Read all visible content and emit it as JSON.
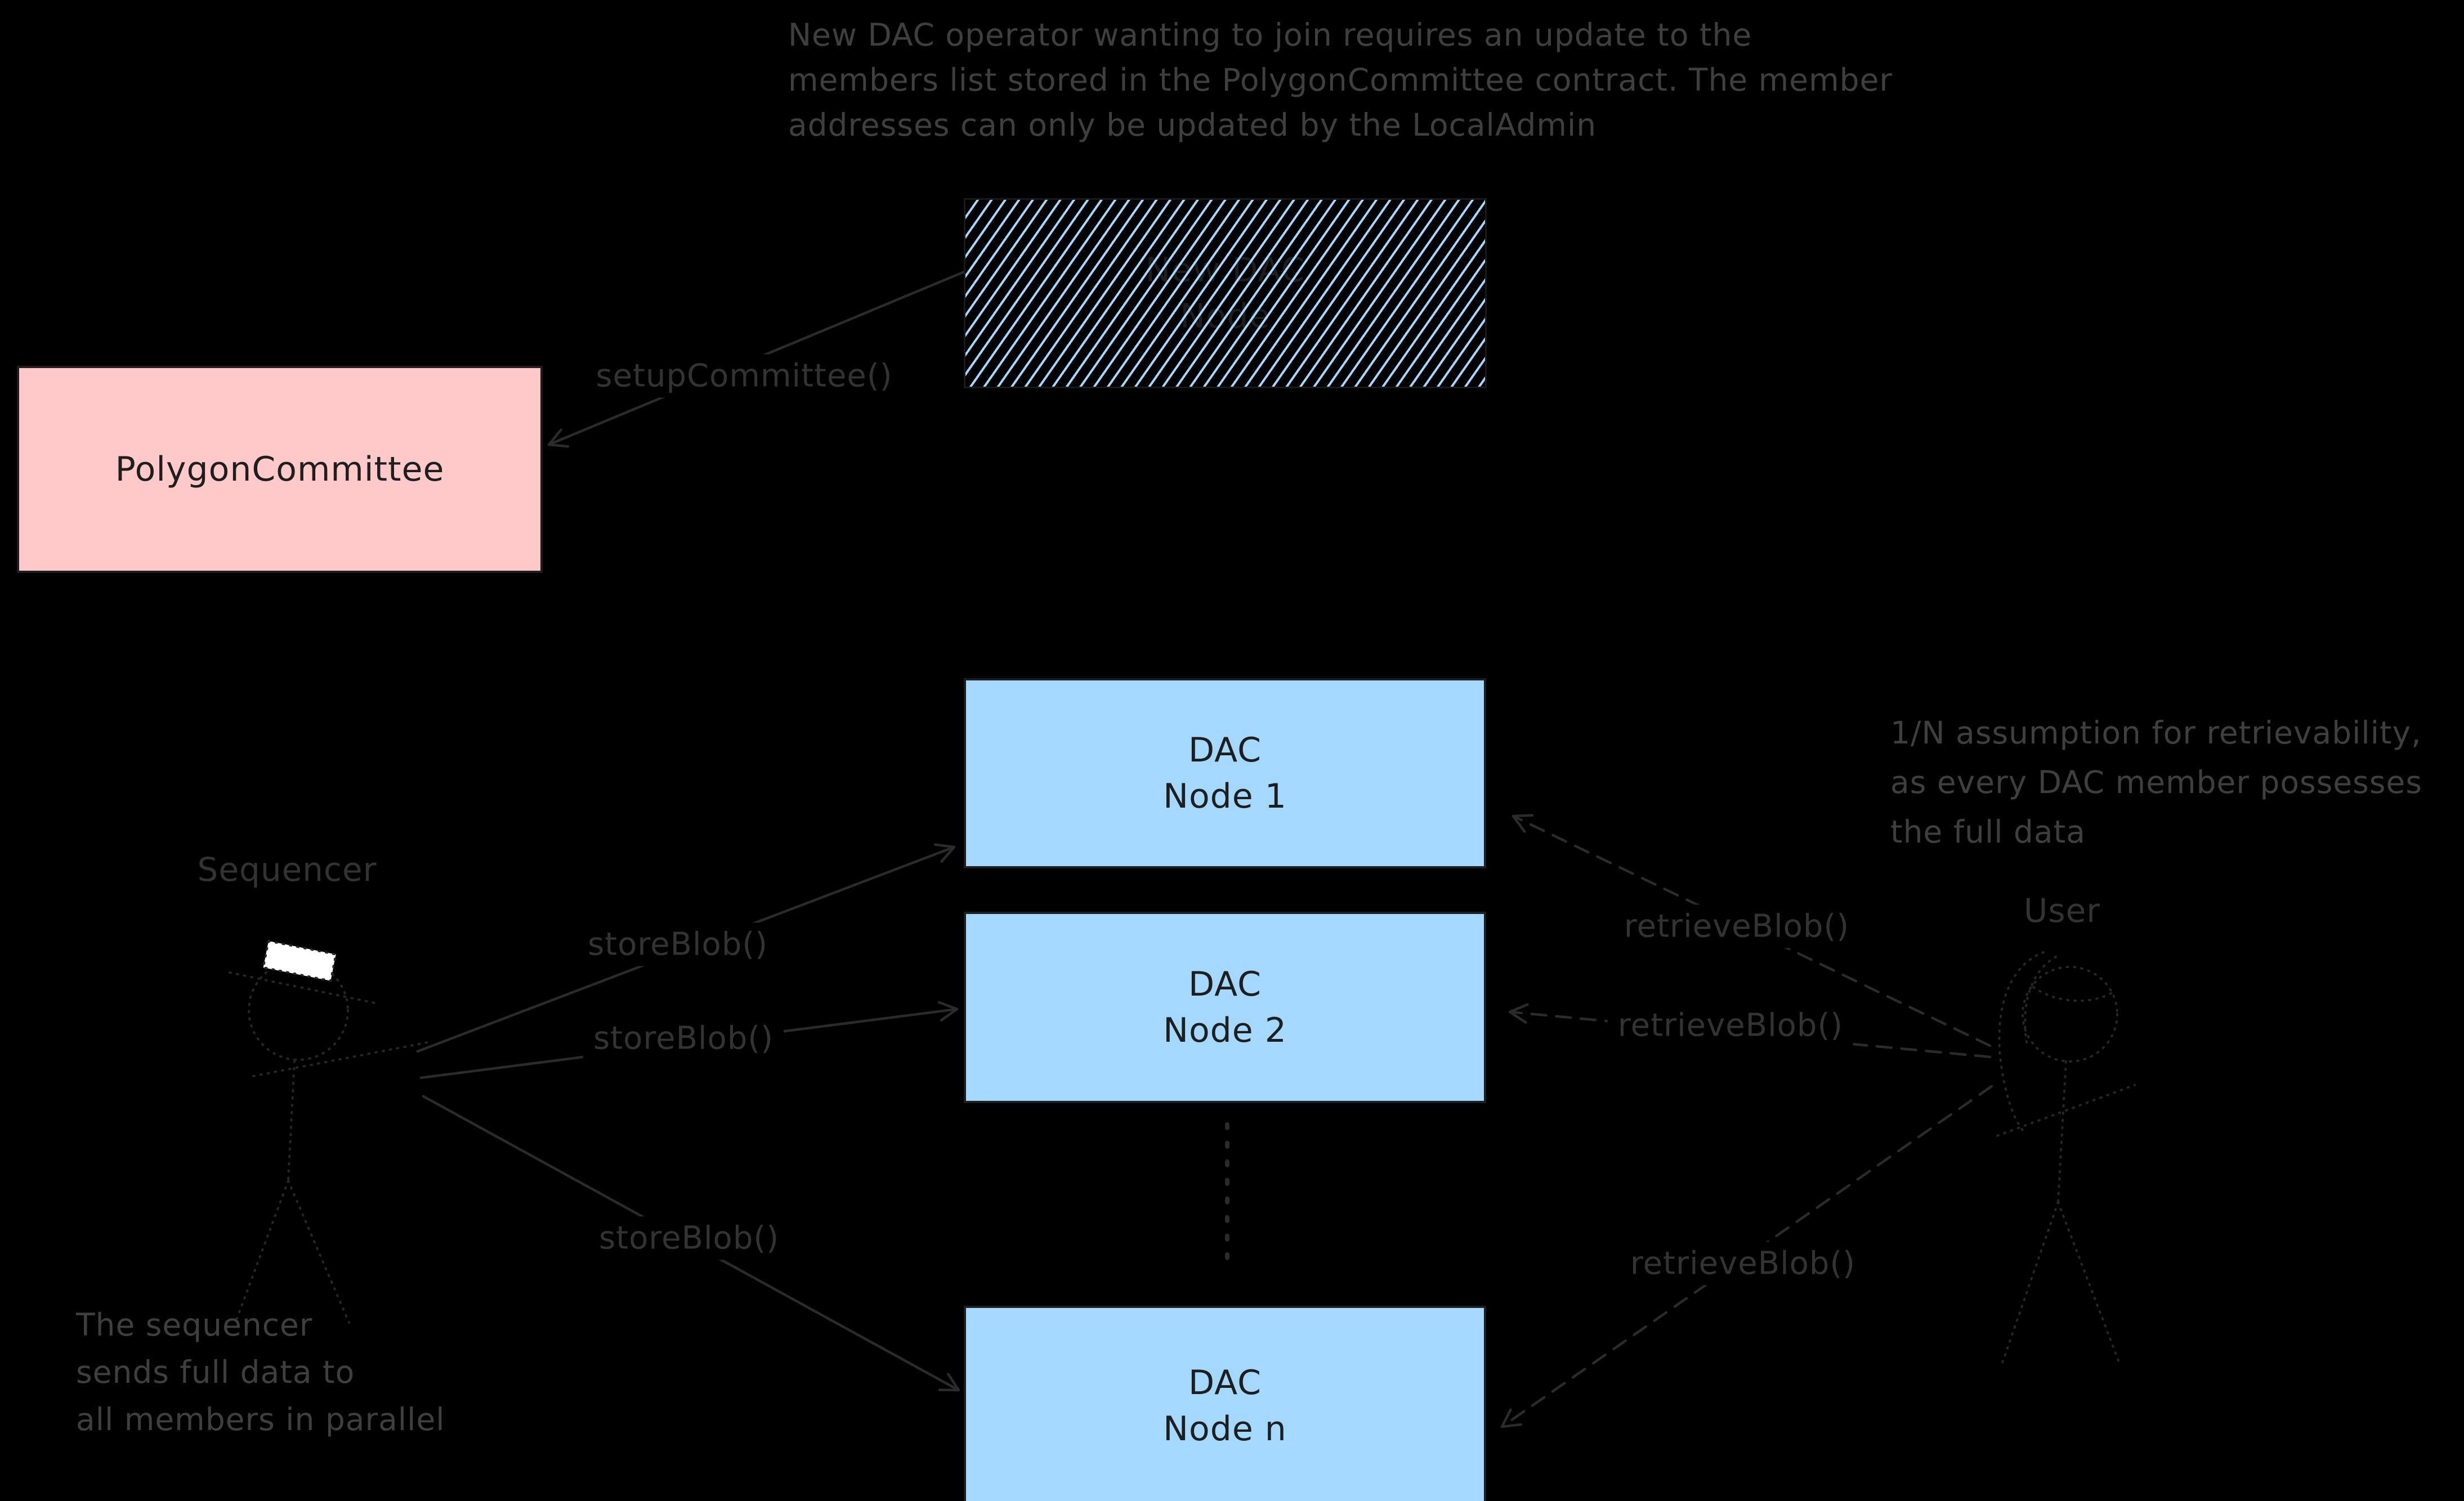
{
  "title": "DAC / PolygonCommittee data-availability committee diagram",
  "colors": {
    "bg": "#000000",
    "node_fill": "#a5d8ff",
    "committee_fill": "#ffc9c9",
    "ink": "#1e1e1e",
    "box_border": "#1a1a1a",
    "arrow": "#2b2b2b",
    "figure": "#262626",
    "note_text": "#3f3f3f",
    "label_text": "#333333",
    "hat_fill": "#ffffff"
  },
  "notes": {
    "top": {
      "lines": [
        "New DAC operator wanting to join requires an update to the",
        "members list stored in the PolygonCommittee contract. The member",
        "addresses can only be updated by the LocalAdmin"
      ]
    },
    "retrievability": {
      "lines": [
        "1/N assumption for retrievability,",
        "as every DAC member possesses",
        "the full data"
      ]
    },
    "sequencer": {
      "lines": [
        "The sequencer",
        "sends full data to",
        "all members in parallel"
      ]
    }
  },
  "actors": {
    "sequencer": {
      "label": "Sequencer"
    },
    "user": {
      "label": "User"
    }
  },
  "boxes": {
    "new_dac_node": {
      "line1": "New DAC",
      "line2": "Node"
    },
    "polygon_committee": {
      "label": "PolygonCommittee"
    },
    "dac_node_1": {
      "line1": "DAC",
      "line2": "Node 1"
    },
    "dac_node_2": {
      "line1": "DAC",
      "line2": "Node 2"
    },
    "dac_node_n": {
      "line1": "DAC",
      "line2": "Node n"
    }
  },
  "edges": {
    "setup_committee": {
      "label": "setupCommittee()",
      "style": "solid"
    },
    "store_blob_1": {
      "label": "storeBlob()",
      "style": "solid"
    },
    "store_blob_2": {
      "label": "storeBlob()",
      "style": "solid"
    },
    "store_blob_3": {
      "label": "storeBlob()",
      "style": "solid"
    },
    "retrieve_blob_1": {
      "label": "retrieveBlob()",
      "style": "dashed"
    },
    "retrieve_blob_2": {
      "label": "retrieveBlob()",
      "style": "dashed"
    },
    "retrieve_blob_3": {
      "label": "retrieveBlob()",
      "style": "dashed"
    }
  }
}
